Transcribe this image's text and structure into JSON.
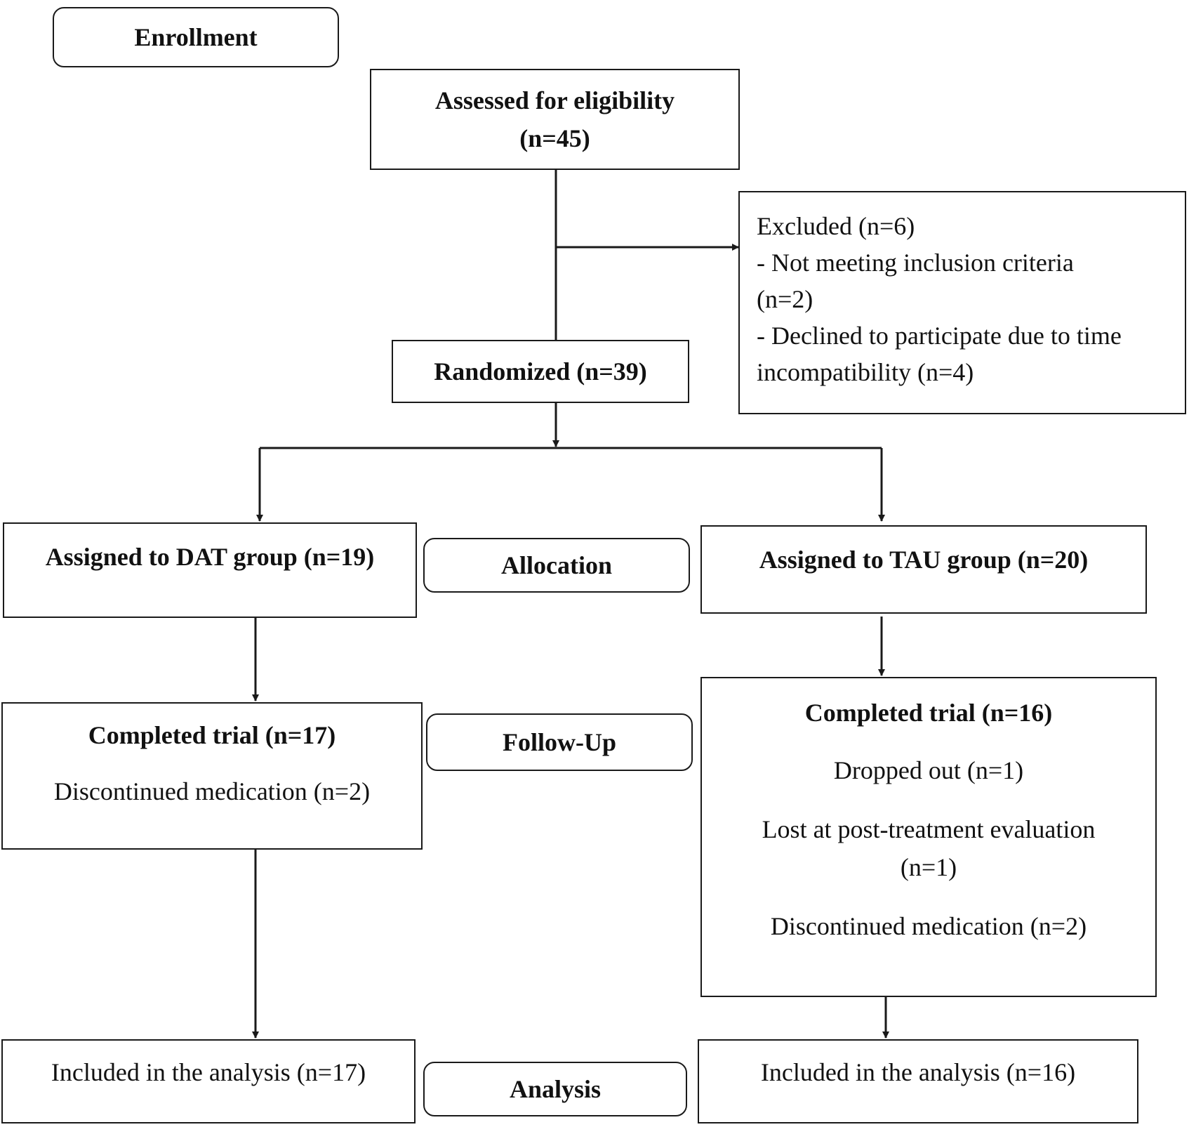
{
  "stages": {
    "enrollment": "Enrollment",
    "allocation": "Allocation",
    "follow_up": "Follow-Up",
    "analysis": "Analysis"
  },
  "assessed": {
    "title": "Assessed for eligibility",
    "count": "(n=45)"
  },
  "excluded": {
    "line1": "Excluded (n=6)",
    "line2": "- Not meeting inclusion criteria",
    "line3": "(n=2)",
    "line4": "- Declined to participate due to time",
    "line5": "incompatibility (n=4)"
  },
  "randomized": "Randomized (n=39)",
  "dat": {
    "assigned": "Assigned to DAT group (n=19)",
    "completed": "Completed trial (n=17)",
    "discontinued": "Discontinued medication (n=2)",
    "included": "Included in the analysis (n=17)"
  },
  "tau": {
    "assigned": "Assigned to TAU group (n=20)",
    "completed": "Completed trial (n=16)",
    "dropped": "Dropped out (n=1)",
    "lost_line1": "Lost at post-treatment evaluation",
    "lost_line2": "(n=1)",
    "discontinued": "Discontinued medication (n=2)",
    "included": "Included in the analysis (n=16)"
  }
}
